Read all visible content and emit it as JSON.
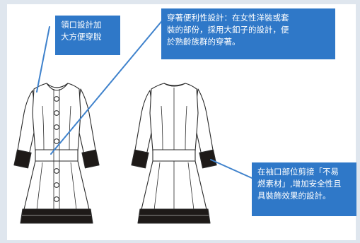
{
  "callouts": {
    "neckline": "領口設計加\n大方便穿脫",
    "buttons": "穿著便利性設計：在女性洋裝或套\n裝的部份，採用大釦子的設計，便\n於熟齡族群的穿著。",
    "sleeve": "在袖口部位剪接「不易\n燃素材」,增加安全性且\n具裝飾效果的設計。"
  },
  "colors": {
    "page_background": "#dfe6ee",
    "callout_fill": "#2f78c8",
    "pointer_line": "#3f82cc",
    "garment_line": "#2a2a2a",
    "fabric_band": "#1e1a18"
  },
  "illustrations": [
    {
      "name": "dress-front-view",
      "button_count": 7
    },
    {
      "name": "dress-back-view"
    }
  ]
}
